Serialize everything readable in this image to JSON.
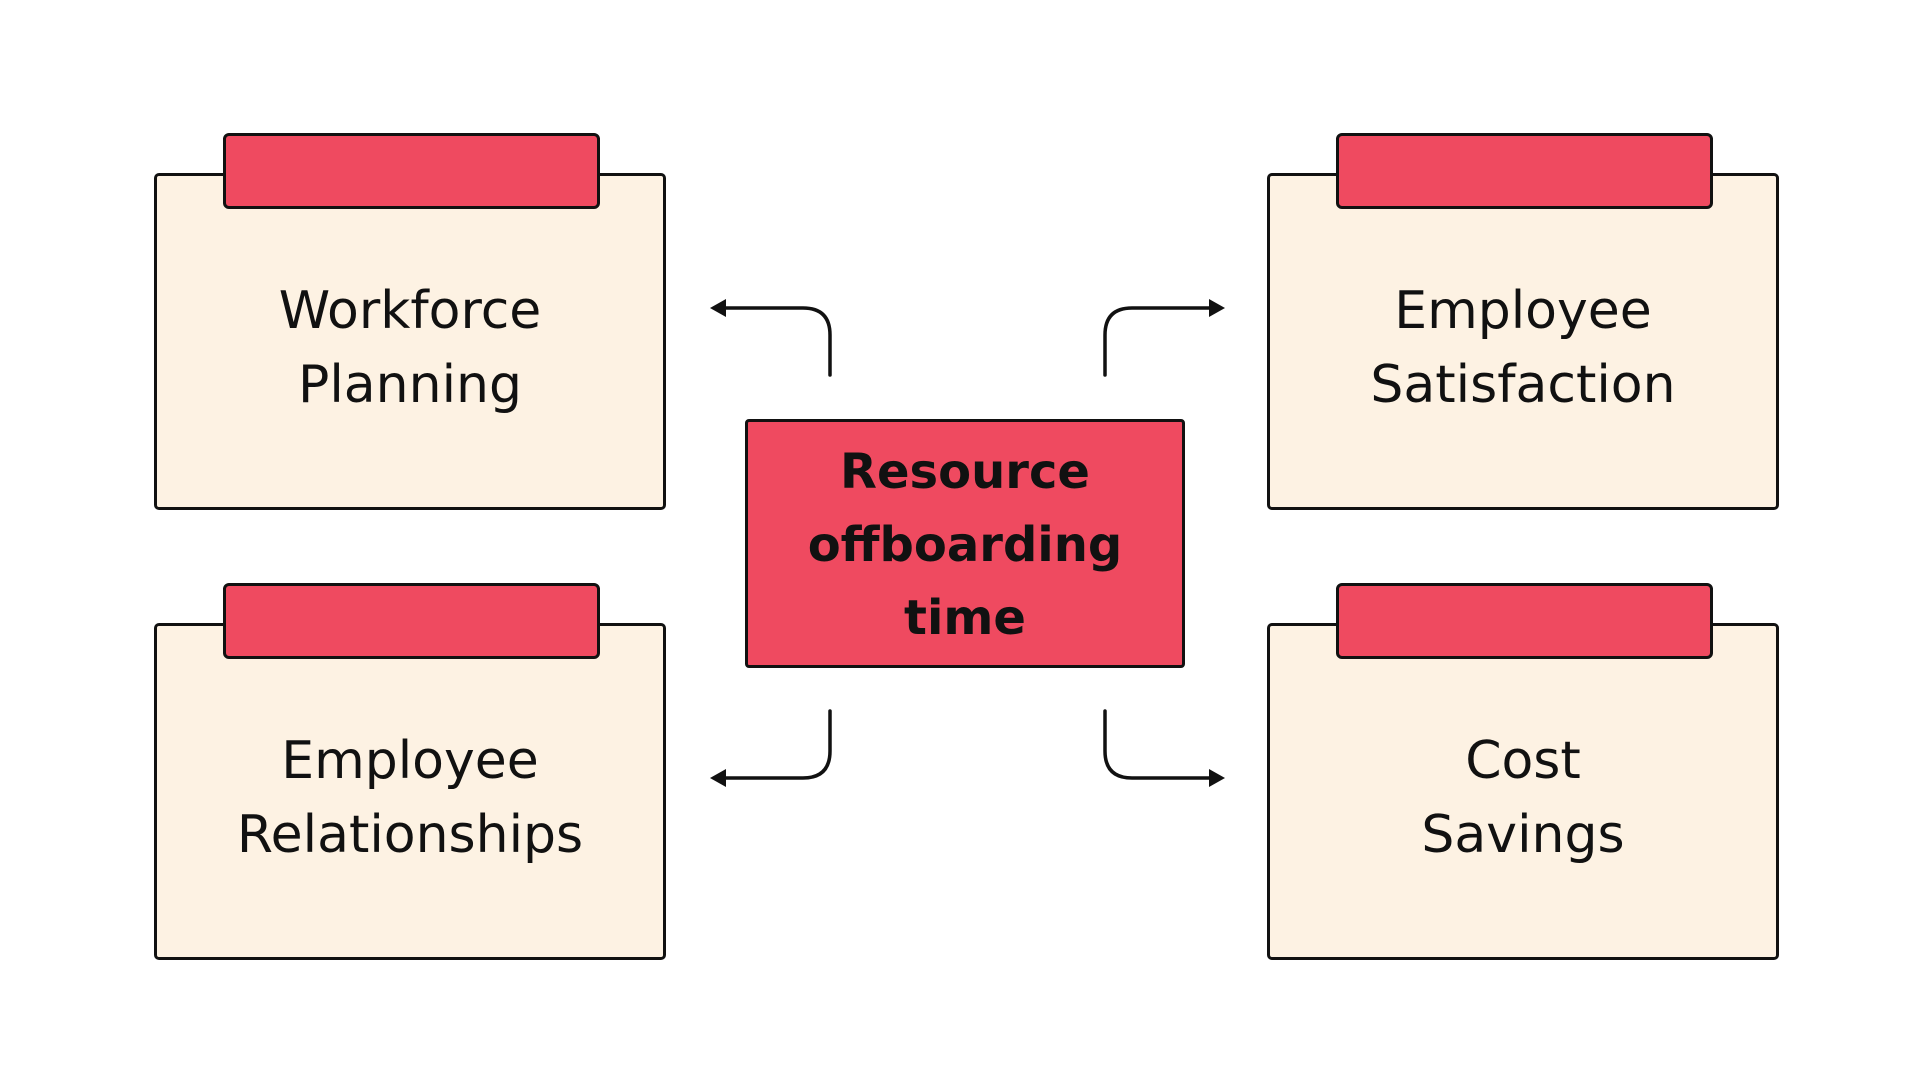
{
  "center_node": {
    "lines": [
      "Resource",
      "offboarding",
      "time"
    ]
  },
  "outcome_nodes": {
    "top_left": {
      "lines": [
        "Workforce",
        "Planning"
      ]
    },
    "top_right": {
      "lines": [
        "Employee",
        "Satisfaction"
      ]
    },
    "bottom_left": {
      "lines": [
        "Employee",
        "Relationships"
      ]
    },
    "bottom_right": {
      "lines": [
        "Cost",
        "Savings"
      ]
    }
  },
  "colors": {
    "card_fill": "#fdf2e3",
    "accent_red": "#ef4a60",
    "outline": "#111111",
    "background": "#ffffff"
  },
  "icons": [
    "arrow-left-icon",
    "arrow-right-icon"
  ]
}
